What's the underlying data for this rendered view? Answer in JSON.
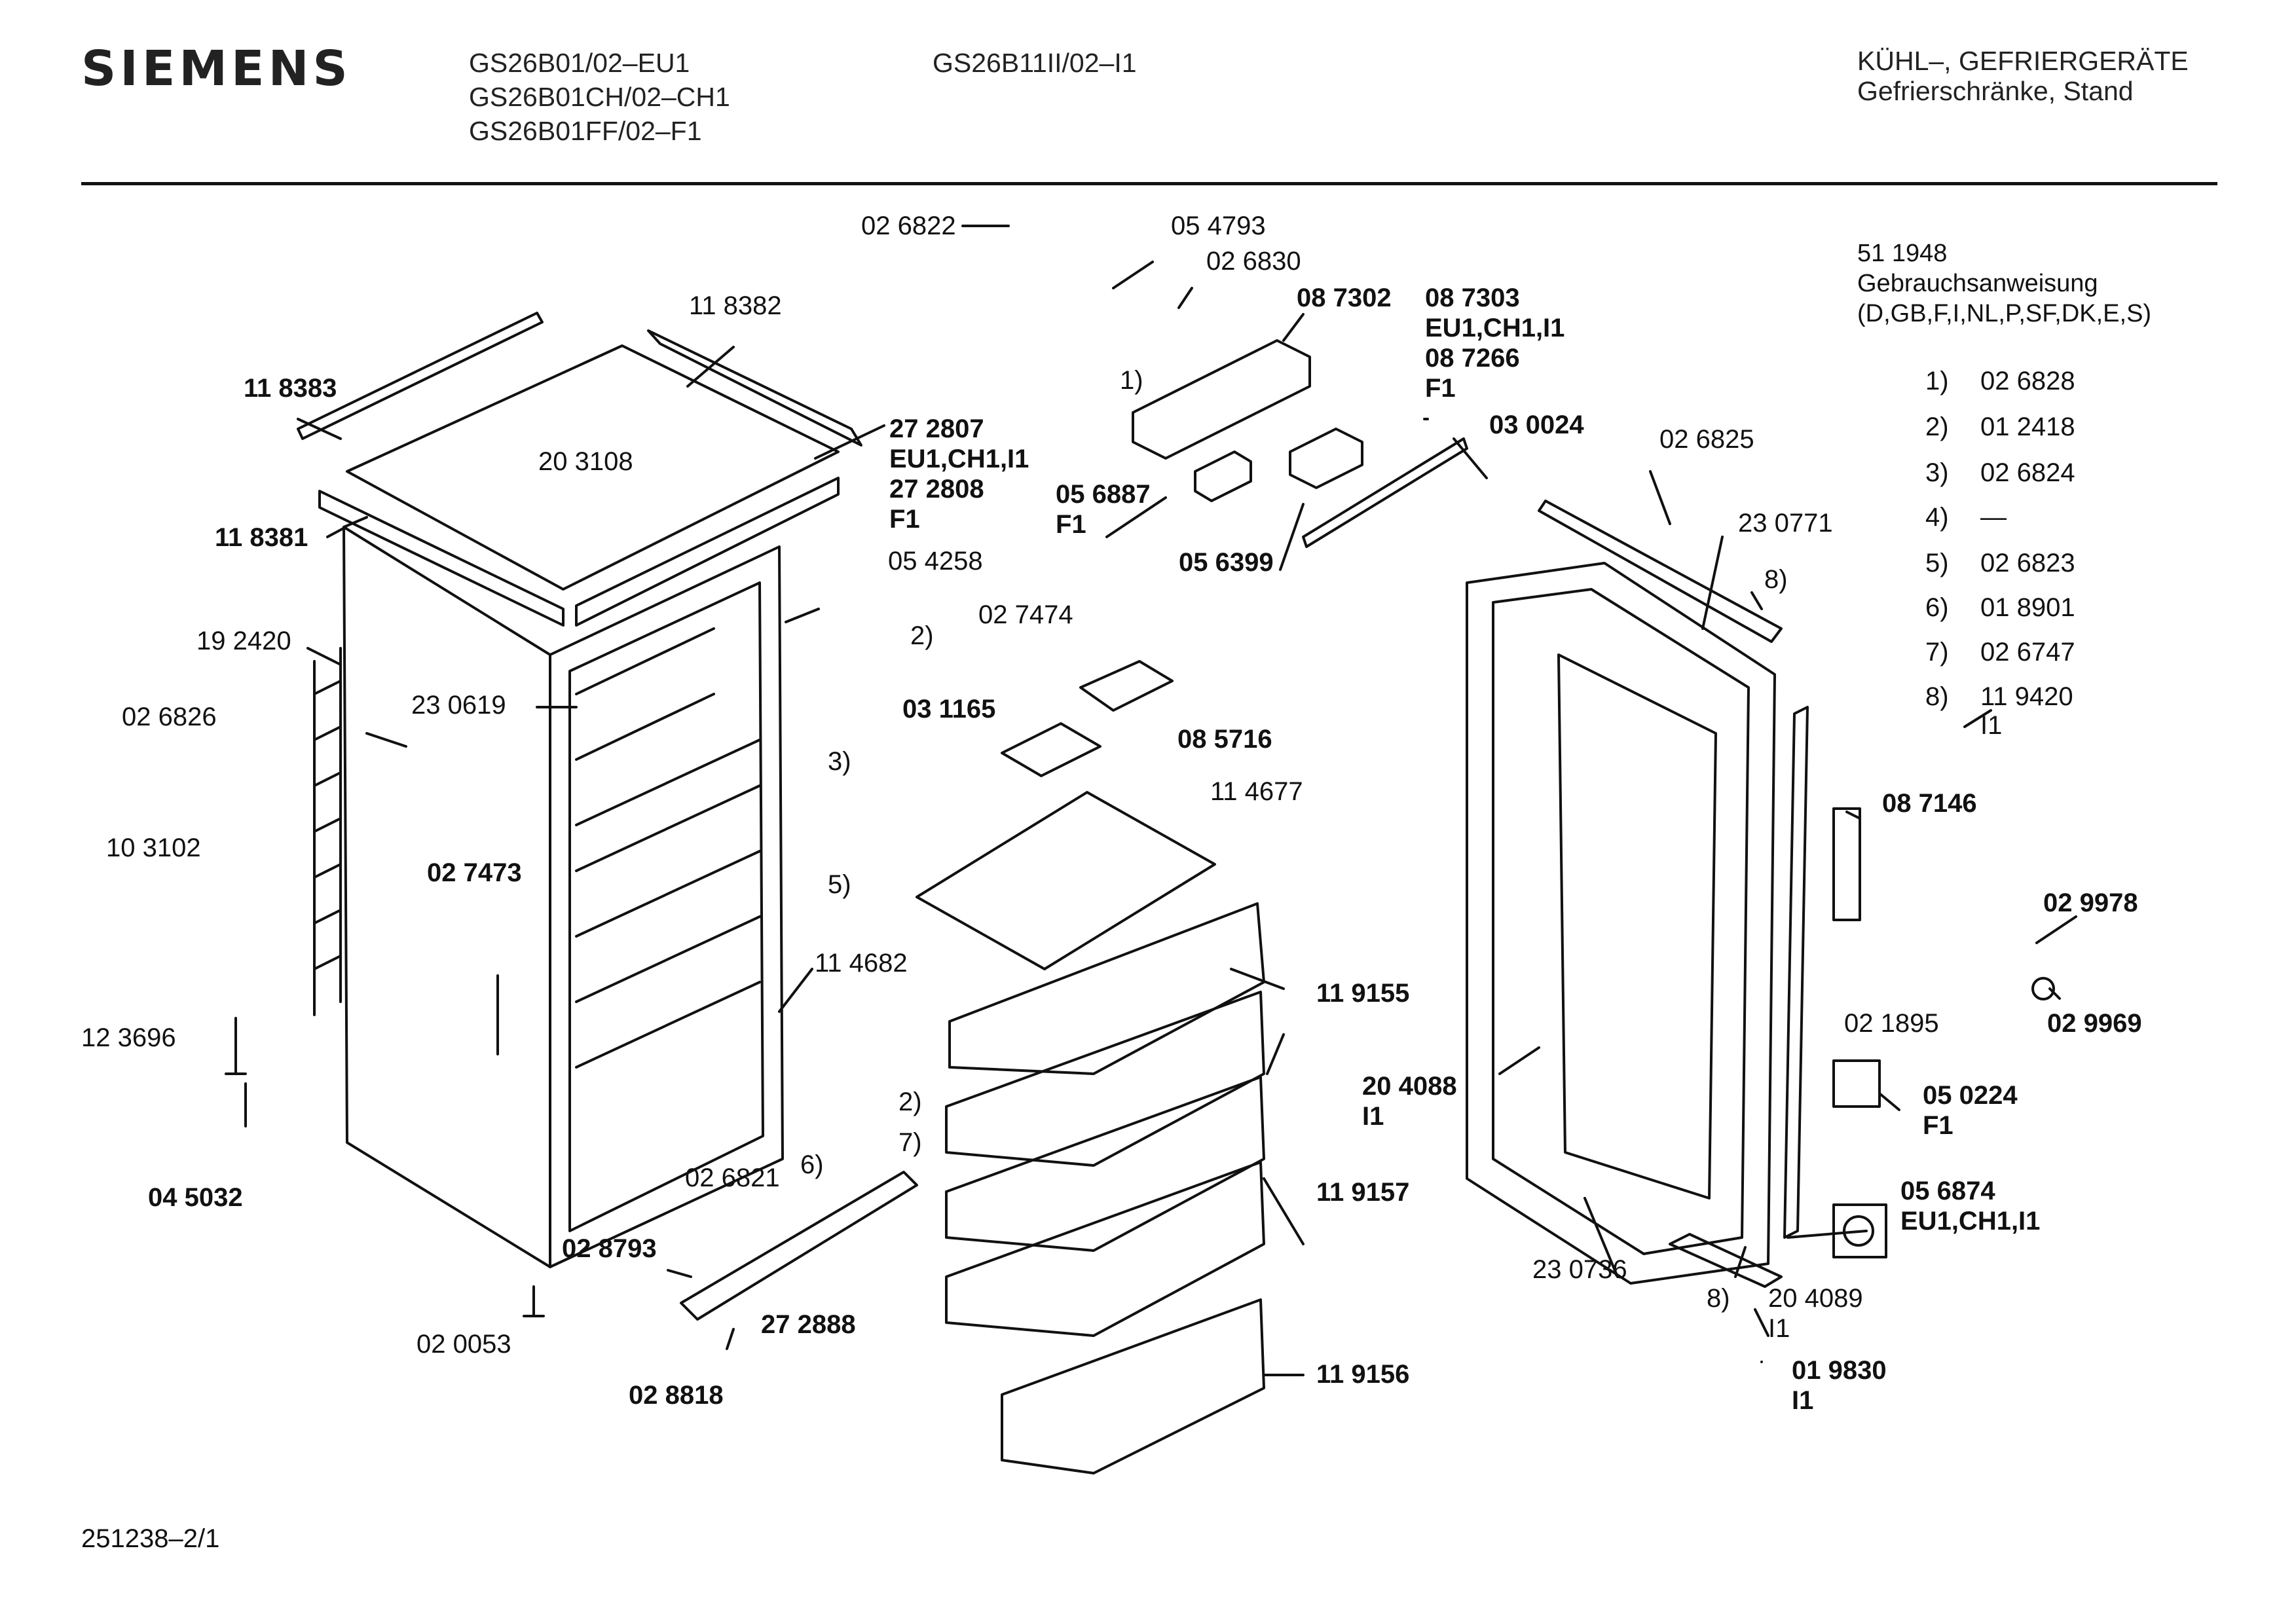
{
  "header": {
    "brand": "SIEMENS",
    "models_col1": [
      "GS26B01/02–EU1",
      "GS26B01CH/02–CH1",
      "GS26B01FF/02–F1"
    ],
    "models_col2": [
      "GS26B11II/02–I1"
    ],
    "category": "KÜHL–, GEFRIERGERÄTE",
    "subcategory": "Gefrierschränke, Stand"
  },
  "manual": {
    "part_no": "51 1948",
    "title": "Gebrauchsanweisung",
    "languages": "(D,GB,F,I,NL,P,SF,DK,E,S)"
  },
  "legend": [
    {
      "key": "1)",
      "value": "02 6828"
    },
    {
      "key": "2)",
      "value": "01 2418"
    },
    {
      "key": "3)",
      "value": "02 6824"
    },
    {
      "key": "4)",
      "value": "—"
    },
    {
      "key": "5)",
      "value": "02 6823"
    },
    {
      "key": "6)",
      "value": "01 8901"
    },
    {
      "key": "7)",
      "value": "02 6747"
    },
    {
      "key": "8)",
      "value": "11 9420",
      "note": "I1"
    }
  ],
  "labels": {
    "p026822": "02 6822",
    "p054793": "05 4793",
    "p026830": "02 6830",
    "p087302": "08 7302",
    "p087303": [
      "08 7303",
      "EU1,CH1,I1",
      "08 7266",
      "F1"
    ],
    "p118382": "11 8382",
    "p118383": "11 8383",
    "p203108": "20 3108",
    "p272807": [
      "27 2807",
      "EU1,CH1,I1",
      "27 2808",
      "F1"
    ],
    "p030024": "03 0024",
    "p026825": "02 6825",
    "p056887": [
      "05 6887",
      "F1"
    ],
    "p056399": "05 6399",
    "p118381": "11 8381",
    "p054258": "05 4258",
    "p230771": "23 0771",
    "p192420": "19 2420",
    "p027474": "02 7474",
    "p026826": "02 6826",
    "p230619": "23 0619",
    "p031165": "03 1165",
    "p085716": "08 5716",
    "p103102": "10 3102",
    "p087146": "08 7146",
    "p114677": "11 4677",
    "p027473": "02 7473",
    "p029978": "02 9978",
    "p114682": "11 4682",
    "p119155": "11 9155",
    "p021895": "02 1895",
    "p029969": "02 9969",
    "p123696": "12 3696",
    "p204088": [
      "20 4088",
      "I1"
    ],
    "p050224": [
      "05 0224",
      "F1"
    ],
    "p045032": "04 5032",
    "p026821": "02 6821",
    "p119157": "11 9157",
    "p056874": [
      "05 6874",
      "EU1,CH1,I1"
    ],
    "p028793": "02 8793",
    "p230736": "23 0736",
    "p204089": [
      "20 4089",
      "I1"
    ],
    "p272888": "27 2888",
    "p020053": "02 0053",
    "p119156": "11 9156",
    "p028818": "02 8818",
    "p019830": [
      "01 9830",
      "I1"
    ],
    "c1": "1)",
    "c2a": "2)",
    "c2b": "2)",
    "c3": "3)",
    "c5": "5)",
    "c6": "6)",
    "c7": "7)",
    "c8a": "8)",
    "c8b": "8)"
  },
  "footer": {
    "drawing_no": "251238–2/1"
  }
}
